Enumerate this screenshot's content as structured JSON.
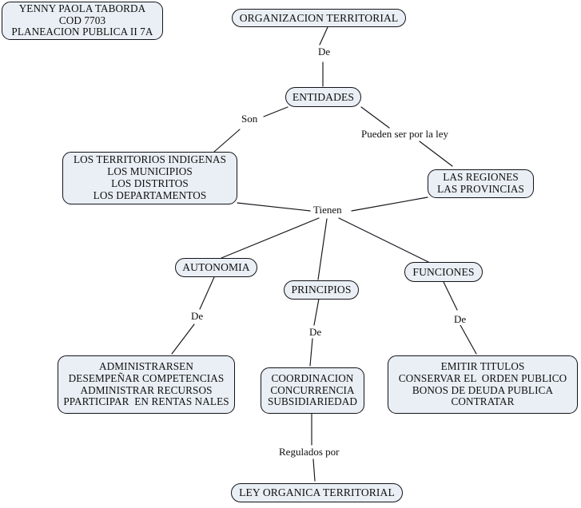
{
  "diagram": {
    "type": "concept-map",
    "title": "ORGANIZACION TERRITORIAL",
    "background": "#ffffff",
    "node_fill": "#e9eff4",
    "node_border": "#13131a",
    "text_color": "#0f0f10",
    "author_box": {
      "line1": "YENNY PAOLA TABORDA",
      "line2": "COD 7703",
      "line3": "PLANEACION PUBLICA II 7A"
    },
    "nodes": {
      "root": {
        "text": "ORGANIZACION TERRITORIAL"
      },
      "entidades": {
        "text": "ENTIDADES"
      },
      "territorios": {
        "line1": "LOS TERRITORIOS INDIGENAS",
        "line2": "LOS MUNICIPIOS",
        "line3": "LOS DISTRITOS",
        "line4": "LOS DEPARTAMENTOS"
      },
      "regiones": {
        "line1": "LAS REGIONES",
        "line2": "LAS PROVINCIAS"
      },
      "autonomia": {
        "text": "AUTONOMIA"
      },
      "principios": {
        "text": "PRINCIPIOS"
      },
      "funciones": {
        "text": "FUNCIONES"
      },
      "autonomia_detalle": {
        "line1": "ADMINISTRARSEN",
        "line2": "DESEMPEÑAR COMPETENCIAS",
        "line3": "ADMINISTRAR RECURSOS",
        "line4": "PPARTICIPAR  EN RENTAS NALES"
      },
      "principios_detalle": {
        "line1": "COORDINACION",
        "line2": "CONCURRENCIA",
        "line3": "SUBSIDIARIEDAD"
      },
      "funciones_detalle": {
        "line1": "EMITIR TITULOS",
        "line2": "CONSERVAR EL  ORDEN PUBLICO",
        "line3": "BONOS DE DEUDA PUBLICA",
        "line4": "CONTRATAR"
      },
      "ley": {
        "text": "LEY ORGANICA TERRITORIAL"
      }
    },
    "link_labels": {
      "de_root": "De",
      "son": "Son",
      "pueden": "Pueden ser por la ley",
      "tienen": "Tienen",
      "de_autonomia": "De",
      "de_principios": "De",
      "de_funciones": "De",
      "regulados": "Regulados por"
    }
  }
}
